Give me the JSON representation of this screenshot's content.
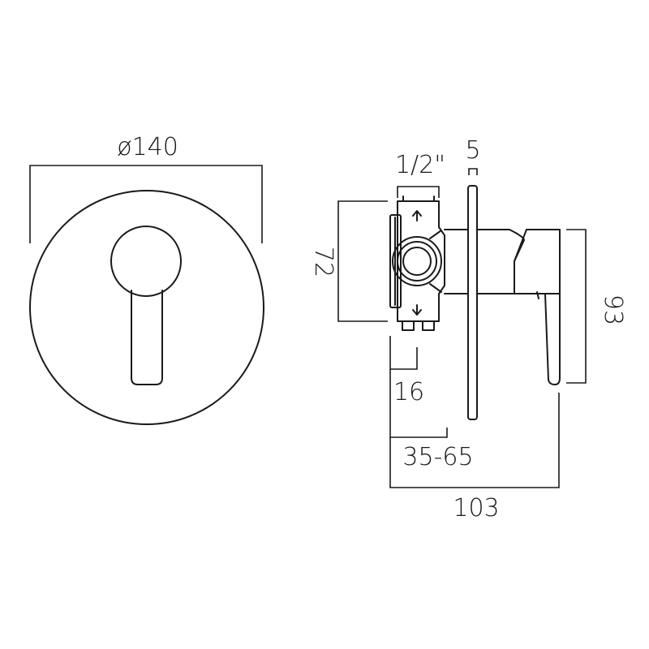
{
  "dimensions": {
    "plate_diameter": "ø140",
    "inlet_thread": "1/2\"",
    "plate_thickness": "5",
    "body_height": "72",
    "handle_height": "93",
    "inlet_offset": "16",
    "wall_depth_range": "35-65",
    "overall_depth": "103"
  },
  "colors": {
    "stroke": "#1a1a1a",
    "background": "#ffffff"
  }
}
